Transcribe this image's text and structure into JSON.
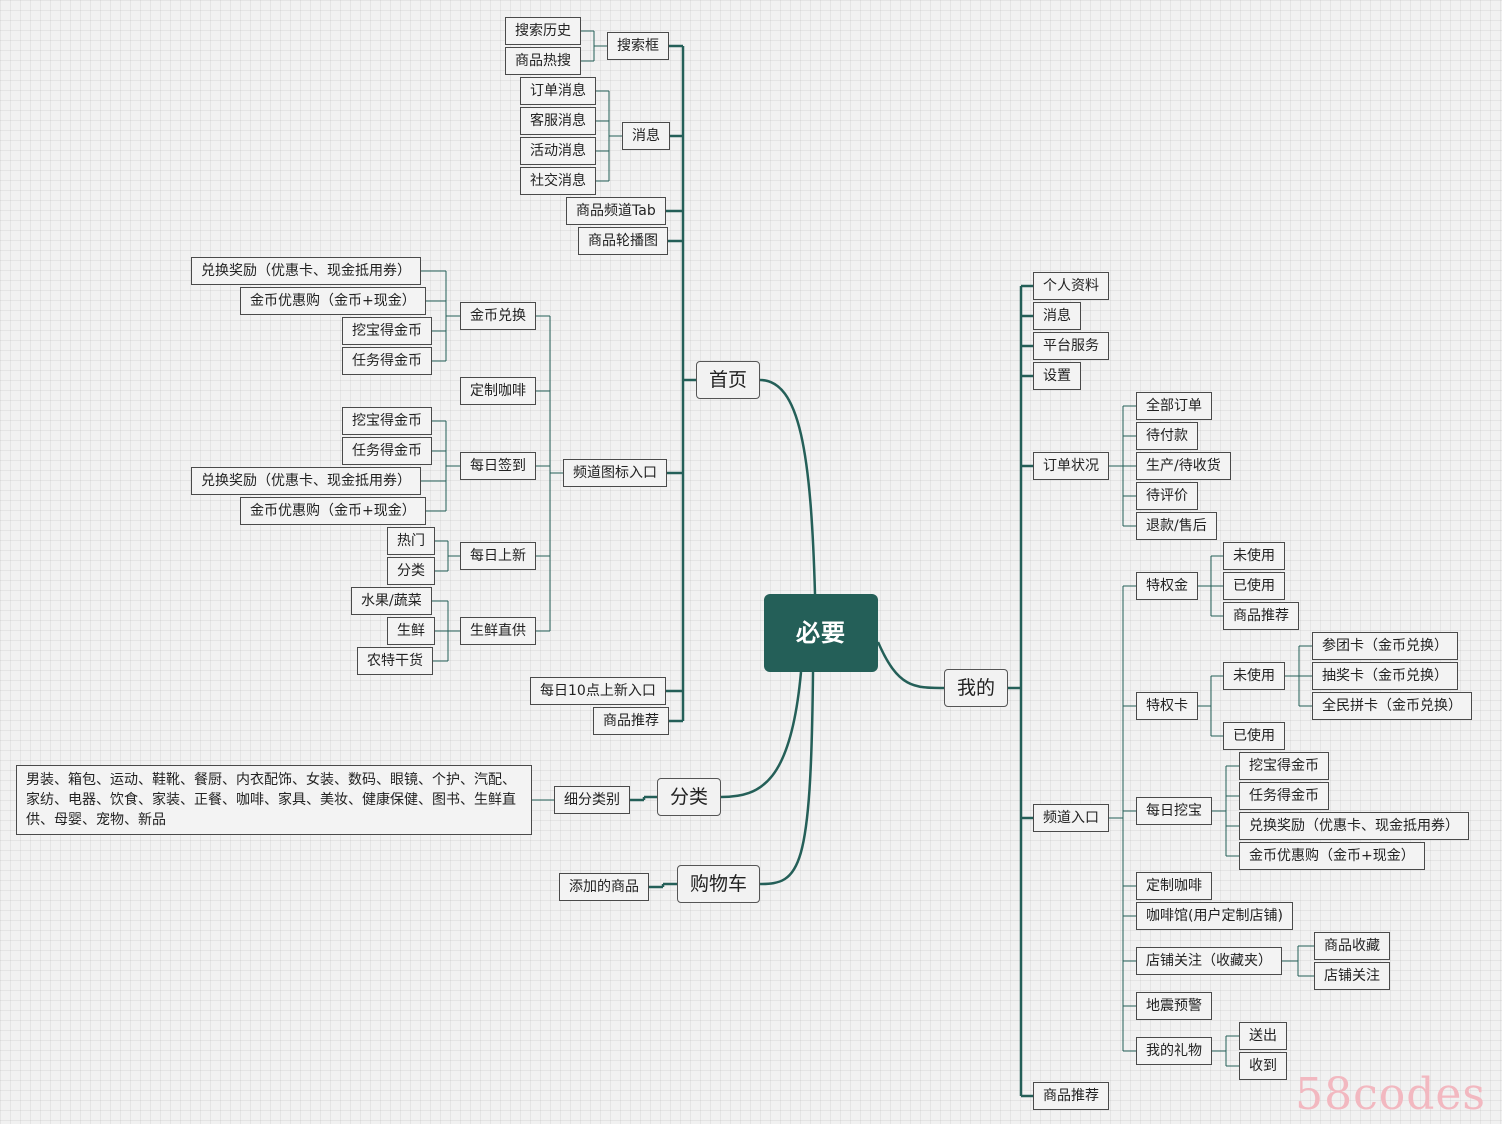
{
  "root": "必要",
  "branches": {
    "home": {
      "label": "首页",
      "search": {
        "label": "搜索框",
        "items": [
          "搜索历史",
          "商品热搜"
        ]
      },
      "message": {
        "label": "消息",
        "items": [
          "订单消息",
          "客服消息",
          "活动消息",
          "社交消息"
        ]
      },
      "tab": "商品频道Tab",
      "carousel": "商品轮播图",
      "channel": {
        "label": "频道图标入口",
        "coin": {
          "label": "金币兑换",
          "items": [
            "兑换奖励（优惠卡、现金抵用券）",
            "金币优惠购（金币+现金）",
            "挖宝得金币",
            "任务得金币"
          ]
        },
        "coffee": "定制咖啡",
        "signin": {
          "label": "每日签到",
          "items": [
            "挖宝得金币",
            "任务得金币",
            "兑换奖励（优惠卡、现金抵用券）",
            "金币优惠购（金币+现金）"
          ]
        },
        "newdaily": {
          "label": "每日上新",
          "items": [
            "热门",
            "分类"
          ]
        },
        "fresh": {
          "label": "生鲜直供",
          "items": [
            "水果/蔬菜",
            "生鲜",
            "农特干货"
          ]
        }
      },
      "daily10": "每日10点上新入口",
      "recommend": "商品推荐"
    },
    "category": {
      "label": "分类",
      "sub": "细分类别",
      "list": "男装、箱包、运动、鞋靴、餐厨、内衣配饰、女装、数码、眼镜、个护、汽配、家纺、电器、饮食、家装、正餐、咖啡、家具、美妆、健康保健、图书、生鲜直供、母婴、宠物、新品"
    },
    "cart": {
      "label": "购物车",
      "sub": "添加的商品"
    },
    "mine": {
      "label": "我的",
      "profile": "个人资料",
      "message": "消息",
      "service": "平台服务",
      "settings": "设置",
      "orders": {
        "label": "订单状况",
        "items": [
          "全部订单",
          "待付款",
          "生产/待收货",
          "待评价",
          "退款/售后"
        ]
      },
      "channel": {
        "label": "频道入口",
        "gold": {
          "label": "特权金",
          "items": [
            "未使用",
            "已使用",
            "商品推荐"
          ]
        },
        "card": {
          "label": "特权卡",
          "unused": {
            "label": "未使用",
            "items": [
              "参团卡（金币兑换）",
              "抽奖卡（金币兑换）",
              "全民拼卡（金币兑换）"
            ]
          },
          "used": "已使用"
        },
        "dig": {
          "label": "每日挖宝",
          "items": [
            "挖宝得金币",
            "任务得金币",
            "兑换奖励（优惠卡、现金抵用券）",
            "金币优惠购（金币+现金）"
          ]
        },
        "coffee": "定制咖啡",
        "cafe": "咖啡馆(用户定制店铺)",
        "follow": {
          "label": "店铺关注（收藏夹）",
          "items": [
            "商品收藏",
            "店铺关注"
          ]
        },
        "quake": "地震预警",
        "gift": {
          "label": "我的礼物",
          "items": [
            "送出",
            "收到"
          ]
        }
      },
      "recommend": "商品推荐"
    }
  },
  "watermark": "58codes",
  "colors": {
    "root_bg": "#245f58",
    "line": "#245f58",
    "background": "#f1f1f1",
    "watermark": "#f2b8c0"
  }
}
